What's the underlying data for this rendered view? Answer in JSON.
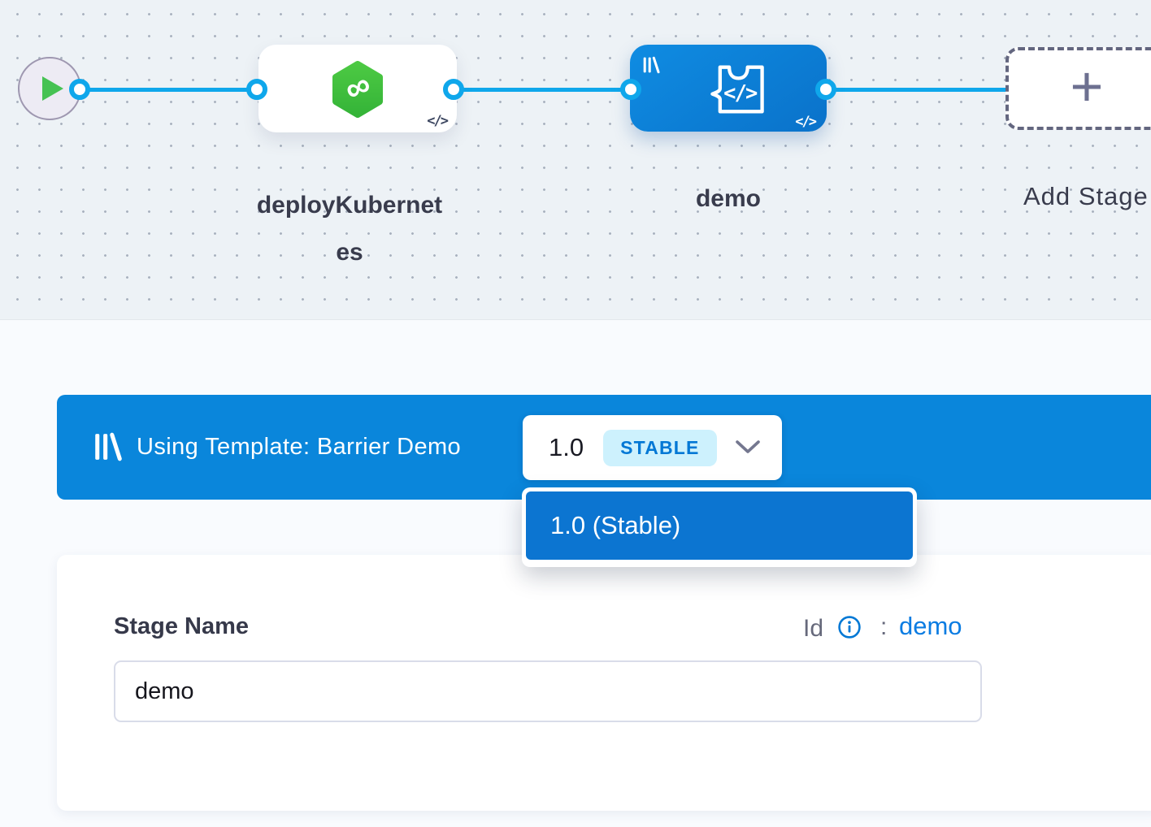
{
  "canvas": {
    "stages": [
      {
        "name": "deployKubernetes",
        "type": "deploy"
      },
      {
        "name": "demo",
        "type": "custom-template"
      },
      {
        "name": "Add Stage",
        "type": "add"
      }
    ]
  },
  "icons": {
    "code": "</>",
    "infinity": "∞",
    "plus": "+"
  },
  "template_bar": {
    "label": "Using Template: Barrier Demo",
    "version": "1.0",
    "badge": "STABLE"
  },
  "version_menu": {
    "items": [
      {
        "label": "1.0 (Stable)"
      }
    ]
  },
  "stage_form": {
    "name_label": "Stage Name",
    "id_label": "Id",
    "id_separator": ":",
    "id_value": "demo",
    "name_value": "demo"
  },
  "colors": {
    "banner_blue": "#0a86db",
    "menu_item_blue": "#0c75d1",
    "node_blue_start": "#0f8ce2",
    "node_blue_end": "#0a72ca",
    "connector_blue": "#0fa7eb",
    "hexagon_green": "#3fc13e",
    "play_green": "#46c253",
    "badge_bg": "#cdf1fd",
    "badge_text": "#0278d5",
    "link_blue": "#0b7ce2",
    "label_text": "#393c4d"
  }
}
